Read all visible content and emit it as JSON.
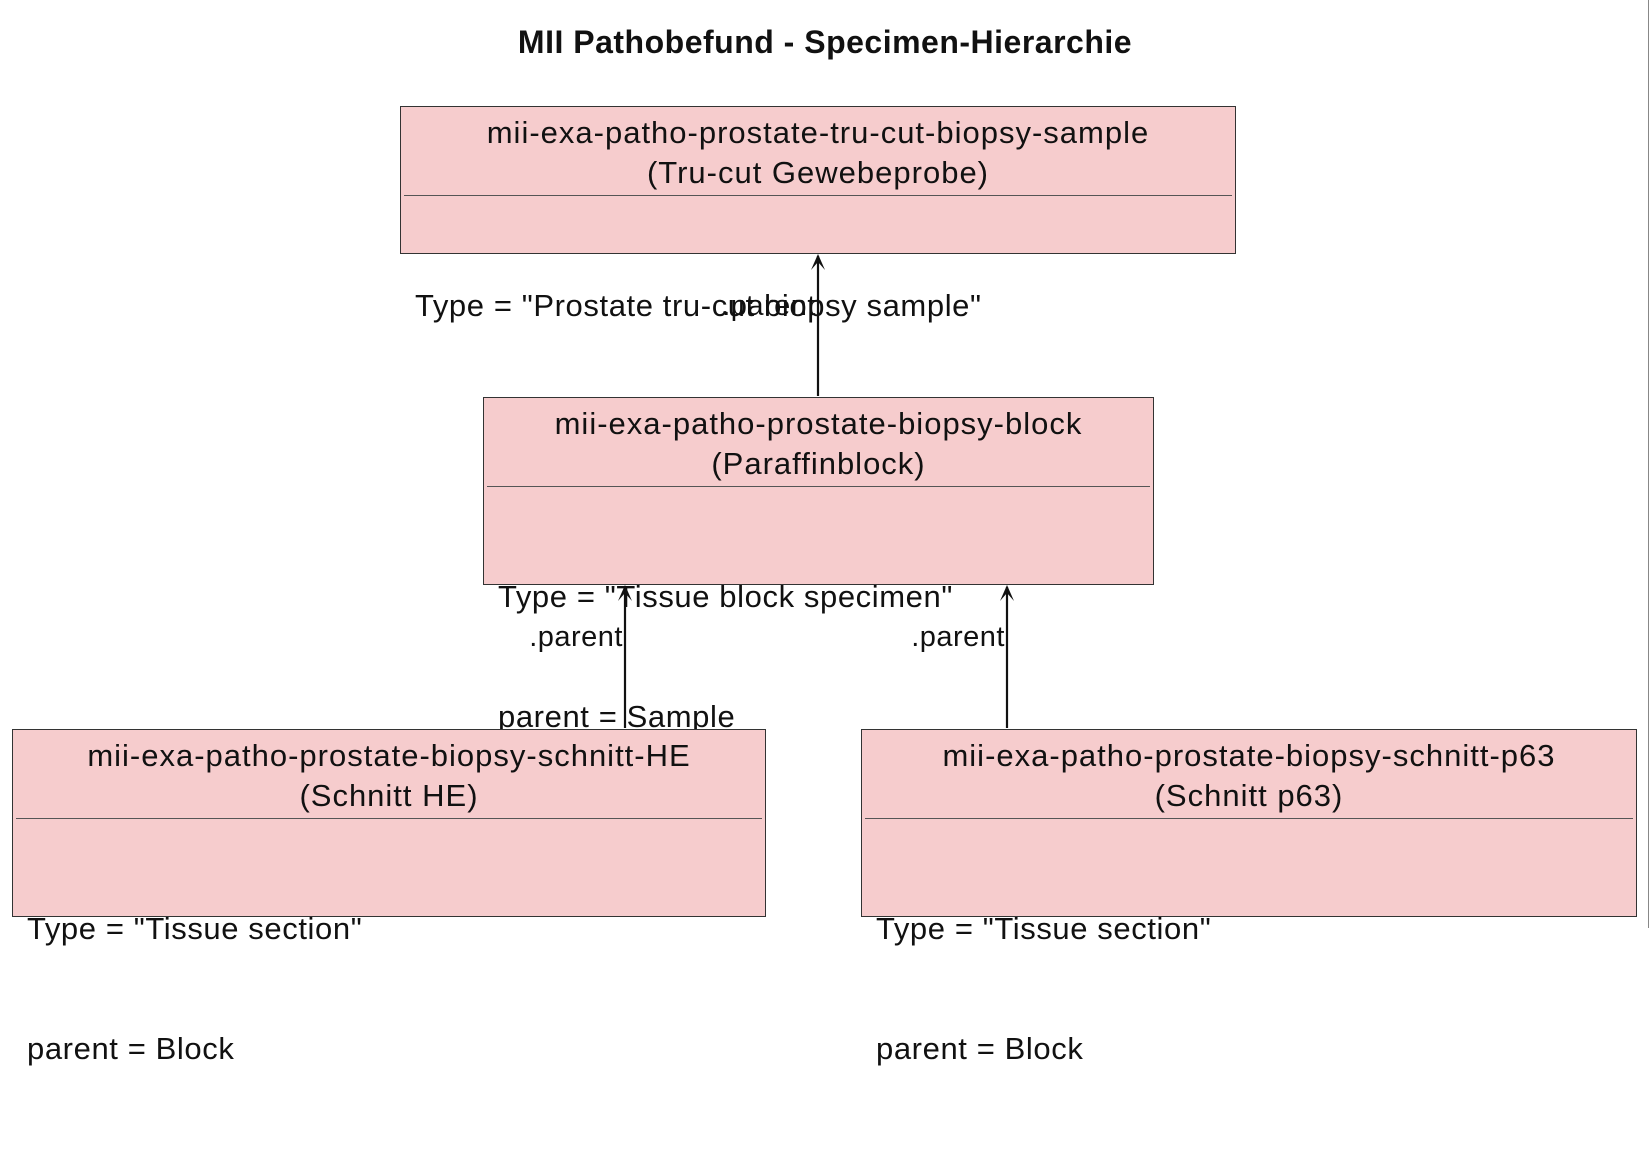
{
  "diagram": {
    "title": "MII Pathobefund - Specimen-Hierarchie",
    "nodes": [
      {
        "id": "sample",
        "name": "mii-exa-patho-prostate-tru-cut-biopsy-sample",
        "subtitle": "(Tru-cut Gewebeprobe)",
        "fields": [
          "Type = \"Prostate tru-cut biopsy sample\""
        ]
      },
      {
        "id": "block",
        "name": "mii-exa-patho-prostate-biopsy-block",
        "subtitle": "(Paraffinblock)",
        "fields": [
          "Type = \"Tissue block specimen\"",
          "parent = Sample"
        ]
      },
      {
        "id": "schnitt-he",
        "name": "mii-exa-patho-prostate-biopsy-schnitt-HE",
        "subtitle": "(Schnitt HE)",
        "fields": [
          "Type = \"Tissue section\"",
          "parent = Block"
        ]
      },
      {
        "id": "schnitt-p63",
        "name": "mii-exa-patho-prostate-biopsy-schnitt-p63",
        "subtitle": "(Schnitt p63)",
        "fields": [
          "Type = \"Tissue section\"",
          "parent = Block"
        ]
      }
    ],
    "edges": [
      {
        "from": "block",
        "to": "sample",
        "label": ".parent"
      },
      {
        "from": "schnitt-he",
        "to": "block",
        "label": ".parent"
      },
      {
        "from": "schnitt-p63",
        "to": "block",
        "label": ".parent"
      }
    ],
    "colors": {
      "node_fill": "#f6cccd",
      "node_border": "#333333",
      "edge": "#111111"
    }
  }
}
